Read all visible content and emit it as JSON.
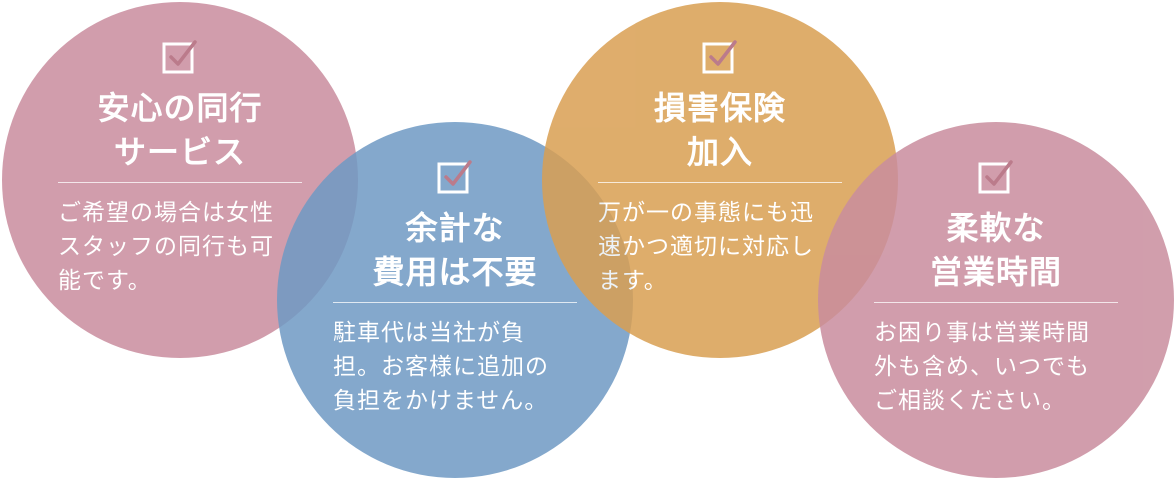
{
  "features": [
    {
      "title_lines": [
        "安心の同行",
        "サービス"
      ],
      "desc_lines": [
        "ご希望の場合は女性",
        "スタッフの同行も可",
        "能です。"
      ],
      "color": "#c98d9e",
      "icon": "checkbox-checked-icon"
    },
    {
      "title_lines": [
        "余計な",
        "費用は不要"
      ],
      "desc_lines": [
        "駐車代は当社が負",
        "担。お客様に追加の",
        "負担をかけません。"
      ],
      "color": "#6f9ac4",
      "icon": "checkbox-checked-icon"
    },
    {
      "title_lines": [
        "損害保険",
        "加入"
      ],
      "desc_lines": [
        "万が一の事態にも迅",
        "速かつ適切に対応し",
        "ます。"
      ],
      "color": "#d99f52",
      "icon": "checkbox-checked-icon"
    },
    {
      "title_lines": [
        "柔軟な",
        "営業時間"
      ],
      "desc_lines": [
        "お困り事は営業時間",
        "外も含め、いつでも",
        "ご相談ください。"
      ],
      "color": "#c98d9e",
      "icon": "checkbox-checked-icon"
    }
  ],
  "check_color": "#b06477"
}
